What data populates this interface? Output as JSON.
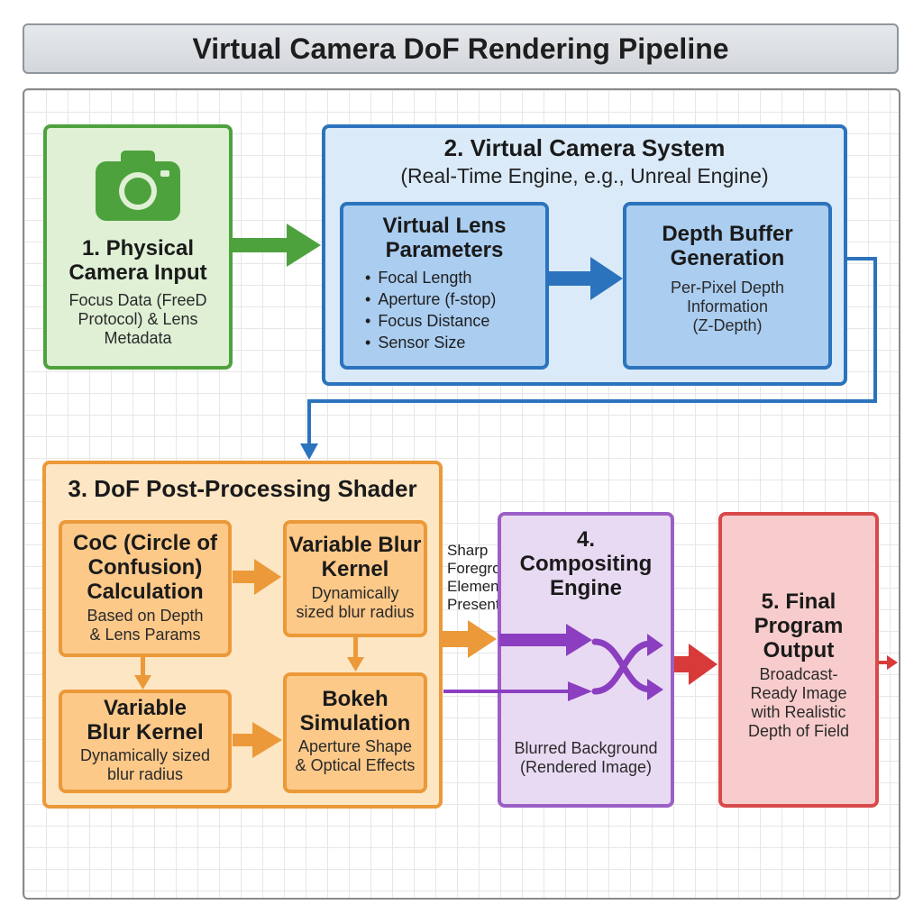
{
  "title": "Virtual Camera DoF Rendering Pipeline",
  "stage1": {
    "icon": "camera-icon",
    "heading_line1": "1. Physical",
    "heading_line2": "Camera Input",
    "desc_line1": "Focus Data (FreeD",
    "desc_line2": "Protocol) & Lens",
    "desc_line3": "Metadata"
  },
  "stage2": {
    "heading": "2. Virtual Camera System",
    "subheading": "(Real-Time Engine, e.g., Unreal Engine)",
    "lens": {
      "heading_line1": "Virtual Lens",
      "heading_line2": "Parameters",
      "items": [
        "Focal Length",
        "Aperture (f-stop)",
        "Focus Distance",
        "Sensor Size"
      ]
    },
    "depth": {
      "heading_line1": "Depth Buffer",
      "heading_line2": "Generation",
      "desc_line1": "Per-Pixel Depth",
      "desc_line2": "Information",
      "desc_line3": "(Z-Depth)"
    }
  },
  "stage3": {
    "heading": "3. DoF Post-Processing Shader",
    "coc": {
      "heading_line1": "CoC (Circle of",
      "heading_line2": "Confusion)",
      "heading_line3": "Calculation",
      "desc_line1": "Based on Depth",
      "desc_line2": "& Lens Params"
    },
    "blur_top": {
      "heading_line1": "Variable Blur",
      "heading_line2": "Kernel",
      "desc_line1": "Dynamically",
      "desc_line2": "sized blur radius"
    },
    "blur_bottom": {
      "heading_line1": "Variable",
      "heading_line2": "Blur Kernel",
      "desc_line1": "Dynamically sized",
      "desc_line2": "blur radius"
    },
    "bokeh": {
      "heading_line1": "Bokeh",
      "heading_line2": "Simulation",
      "desc_line1": "Aperture Shape",
      "desc_line2": "& Optical Effects"
    }
  },
  "sharp_note": {
    "line1": "Sharp",
    "line2": "Foregro",
    "line3": "Element",
    "line4": "Presenter)"
  },
  "stage4": {
    "heading_line1": "4.",
    "heading_line2": "Compositing",
    "heading_line3": "Engine",
    "desc_line1": "Blurred Background",
    "desc_line2": "(Rendered Image)"
  },
  "stage5": {
    "heading_line1": "5. Final",
    "heading_line2": "Program",
    "heading_line3": "Output",
    "desc_line1": "Broadcast-",
    "desc_line2": "Ready Image",
    "desc_line3": "with Realistic",
    "desc_line4": "Depth of Field"
  },
  "colors": {
    "green": "#4ea23e",
    "blue": "#2c73bd",
    "orange": "#eb9939",
    "purple": "#8b3fc0",
    "red": "#d83a3a"
  }
}
